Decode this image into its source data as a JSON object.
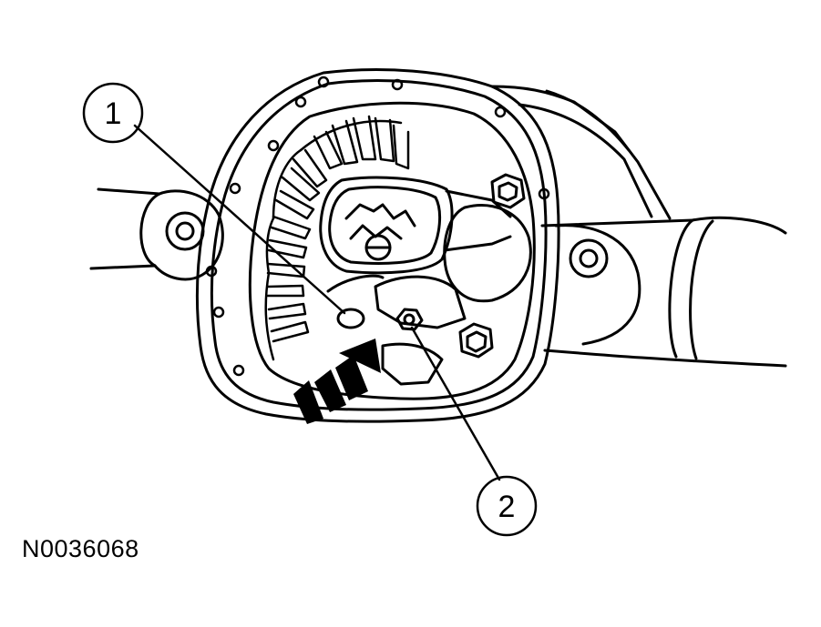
{
  "callouts": [
    {
      "number": "1"
    },
    {
      "number": "2"
    }
  ],
  "figure_id": "N0036068",
  "colors": {
    "line": "#000000",
    "background": "#ffffff"
  }
}
